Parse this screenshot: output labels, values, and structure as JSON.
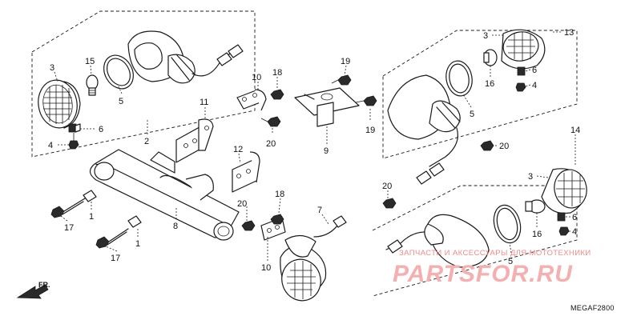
{
  "diagram": {
    "code": "MEGAF2800",
    "front_indicator": "FR.",
    "callouts": [
      {
        "id": "c3-left",
        "text": "3"
      },
      {
        "id": "c15",
        "text": "15"
      },
      {
        "id": "c5-left",
        "text": "5"
      },
      {
        "id": "c6-left",
        "text": "6"
      },
      {
        "id": "c4-left",
        "text": "4"
      },
      {
        "id": "c2",
        "text": "2"
      },
      {
        "id": "c11",
        "text": "11"
      },
      {
        "id": "c10-top",
        "text": "10"
      },
      {
        "id": "c18-top",
        "text": "18"
      },
      {
        "id": "c20-mid",
        "text": "20"
      },
      {
        "id": "c19-top",
        "text": "19"
      },
      {
        "id": "c19-bot",
        "text": "19"
      },
      {
        "id": "c9",
        "text": "9"
      },
      {
        "id": "c12",
        "text": "12"
      },
      {
        "id": "c1-top",
        "text": "1"
      },
      {
        "id": "c1-bot",
        "text": "1"
      },
      {
        "id": "c17-top",
        "text": "17"
      },
      {
        "id": "c17-bot",
        "text": "17"
      },
      {
        "id": "c8",
        "text": "8"
      },
      {
        "id": "c20-left",
        "text": "20"
      },
      {
        "id": "c18-bot",
        "text": "18"
      },
      {
        "id": "c7",
        "text": "7"
      },
      {
        "id": "c10-bot",
        "text": "10"
      },
      {
        "id": "c3-rt",
        "text": "3"
      },
      {
        "id": "c13",
        "text": "13"
      },
      {
        "id": "c16-rt",
        "text": "16"
      },
      {
        "id": "c6-rt",
        "text": "6"
      },
      {
        "id": "c4-rt",
        "text": "4"
      },
      {
        "id": "c5-rt",
        "text": "5"
      },
      {
        "id": "c20-rt",
        "text": "20"
      },
      {
        "id": "c14",
        "text": "14"
      },
      {
        "id": "c3-rb",
        "text": "3"
      },
      {
        "id": "c20-rb",
        "text": "20"
      },
      {
        "id": "c6-rb",
        "text": "6"
      },
      {
        "id": "c16-rb",
        "text": "16"
      },
      {
        "id": "c4-rb",
        "text": "4"
      },
      {
        "id": "c5-rb",
        "text": "5"
      }
    ]
  },
  "watermark": {
    "tagline": "ЗАПЧАСТИ И АКСЕССУАРЫ ДЛЯ МОТОТЕХНИКИ",
    "brand": "PARTSFOR.RU"
  }
}
